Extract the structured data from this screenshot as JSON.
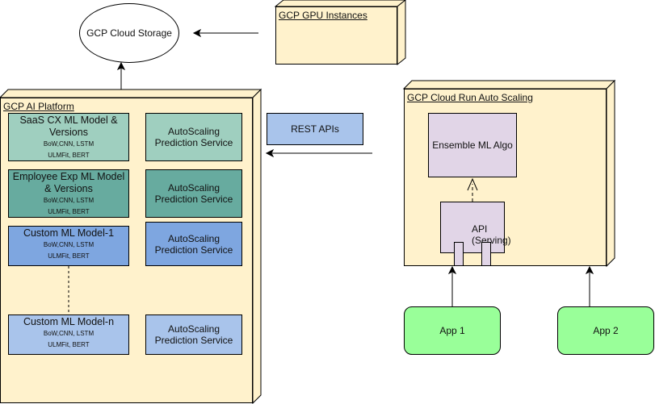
{
  "storage": {
    "label": "GCP Cloud Storage"
  },
  "gpu": {
    "label": "GCP GPU Instances"
  },
  "ai_platform": {
    "title": "GCP AI Platform",
    "models": [
      {
        "name": "SaaS CX ML Model & Versions",
        "meta1": "BoW,CNN, LSTM",
        "meta2": "ULMFit, BERT",
        "fill": "#9fcfbf"
      },
      {
        "name": "Employee Exp ML Model & Versions",
        "meta1": "BoW,CNN, LSTM",
        "meta2": "ULMFit, BERT",
        "fill": "#67ab9f"
      },
      {
        "name": "Custom ML Model-1",
        "meta1": "BoW,CNN, LSTM",
        "meta2": "ULMFit, BERT",
        "fill": "#7ea6e0"
      },
      {
        "name": "Custom ML Model-n",
        "meta1": "BoW,CNN, LSTM",
        "meta2": "ULMFit, BERT",
        "fill": "#a9c4eb"
      }
    ],
    "service": {
      "line1": "AutoScaling",
      "line2": "Prediction Service"
    }
  },
  "rest": {
    "label": "REST APIs",
    "fill": "#a9c4eb"
  },
  "cloud_run": {
    "title": "GCP Cloud Run Auto Scaling",
    "ensemble": {
      "label": "Ensemble ML Algo",
      "fill": "#e1d5e7"
    },
    "api": {
      "line1": "API",
      "line2": "(Serving)",
      "fill": "#e1d5e7"
    }
  },
  "apps": [
    {
      "label": "App 1"
    },
    {
      "label": "App 2"
    }
  ],
  "colors": {
    "box": "#fff2cc",
    "app": "#99ff99",
    "line": "#000000"
  }
}
